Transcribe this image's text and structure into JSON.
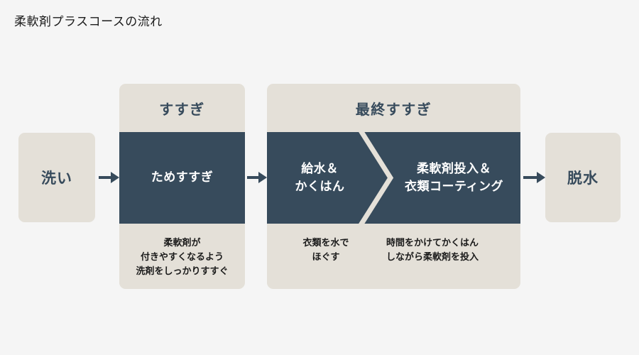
{
  "page": {
    "title": "柔軟剤プラスコースの流れ",
    "background_color": "#f5f5f5",
    "accent_dark": "#374b5c",
    "accent_beige": "#e4e0d8"
  },
  "flow": {
    "stages": [
      {
        "id": "wash",
        "label": "洗い",
        "type": "simple-box"
      },
      {
        "id": "rinse",
        "type": "grouped-panel",
        "header": "すすぎ",
        "steps": [
          {
            "id": "tame-susugi",
            "label": "ためすすぎ",
            "caption": "柔軟剤が\n付きやすくなるよう\n洗剤をしっかりすすぐ"
          }
        ]
      },
      {
        "id": "final-rinse",
        "type": "grouped-panel",
        "header": "最終すすぎ",
        "steps": [
          {
            "id": "water-supply",
            "label": "給水＆\nかくはん",
            "caption": "衣類を水で\nほぐす"
          },
          {
            "id": "softener-coating",
            "label": "柔軟剤投入＆\n衣類コーティング",
            "caption": "時間をかけてかくはん\nしながら柔軟剤を投入"
          }
        ]
      },
      {
        "id": "spin-dry",
        "label": "脱水",
        "type": "simple-box"
      }
    ],
    "connectors": [
      {
        "id": "arrow-wash-to-rinse",
        "icon": "arrow-right-icon"
      },
      {
        "id": "arrow-rinse-to-final",
        "icon": "arrow-right-icon"
      },
      {
        "id": "arrow-final-to-spin",
        "icon": "arrow-right-icon"
      }
    ]
  }
}
